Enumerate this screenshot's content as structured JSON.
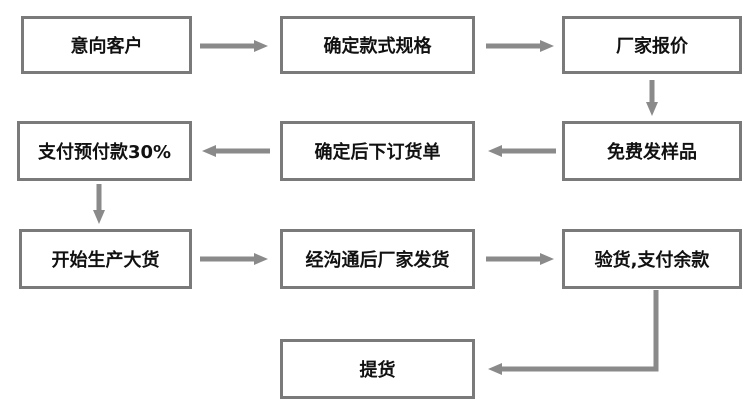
{
  "flow": {
    "steps": [
      {
        "id": "s1",
        "label": "意向客户"
      },
      {
        "id": "s2",
        "label": "确定款式规格"
      },
      {
        "id": "s3",
        "label": "厂家报价"
      },
      {
        "id": "s4",
        "label": "免费发样品"
      },
      {
        "id": "s5",
        "label": "确定后下订货单"
      },
      {
        "id": "s6",
        "label": "支付预付款30%"
      },
      {
        "id": "s7",
        "label": "开始生产大货"
      },
      {
        "id": "s8",
        "label": "经沟通后厂家发货"
      },
      {
        "id": "s9",
        "label": "验货,支付余款"
      },
      {
        "id": "s10",
        "label": "提货"
      }
    ]
  },
  "colors": {
    "box_border": "#7a7a7a",
    "arrow": "#8a8a8a",
    "text": "#111111"
  }
}
